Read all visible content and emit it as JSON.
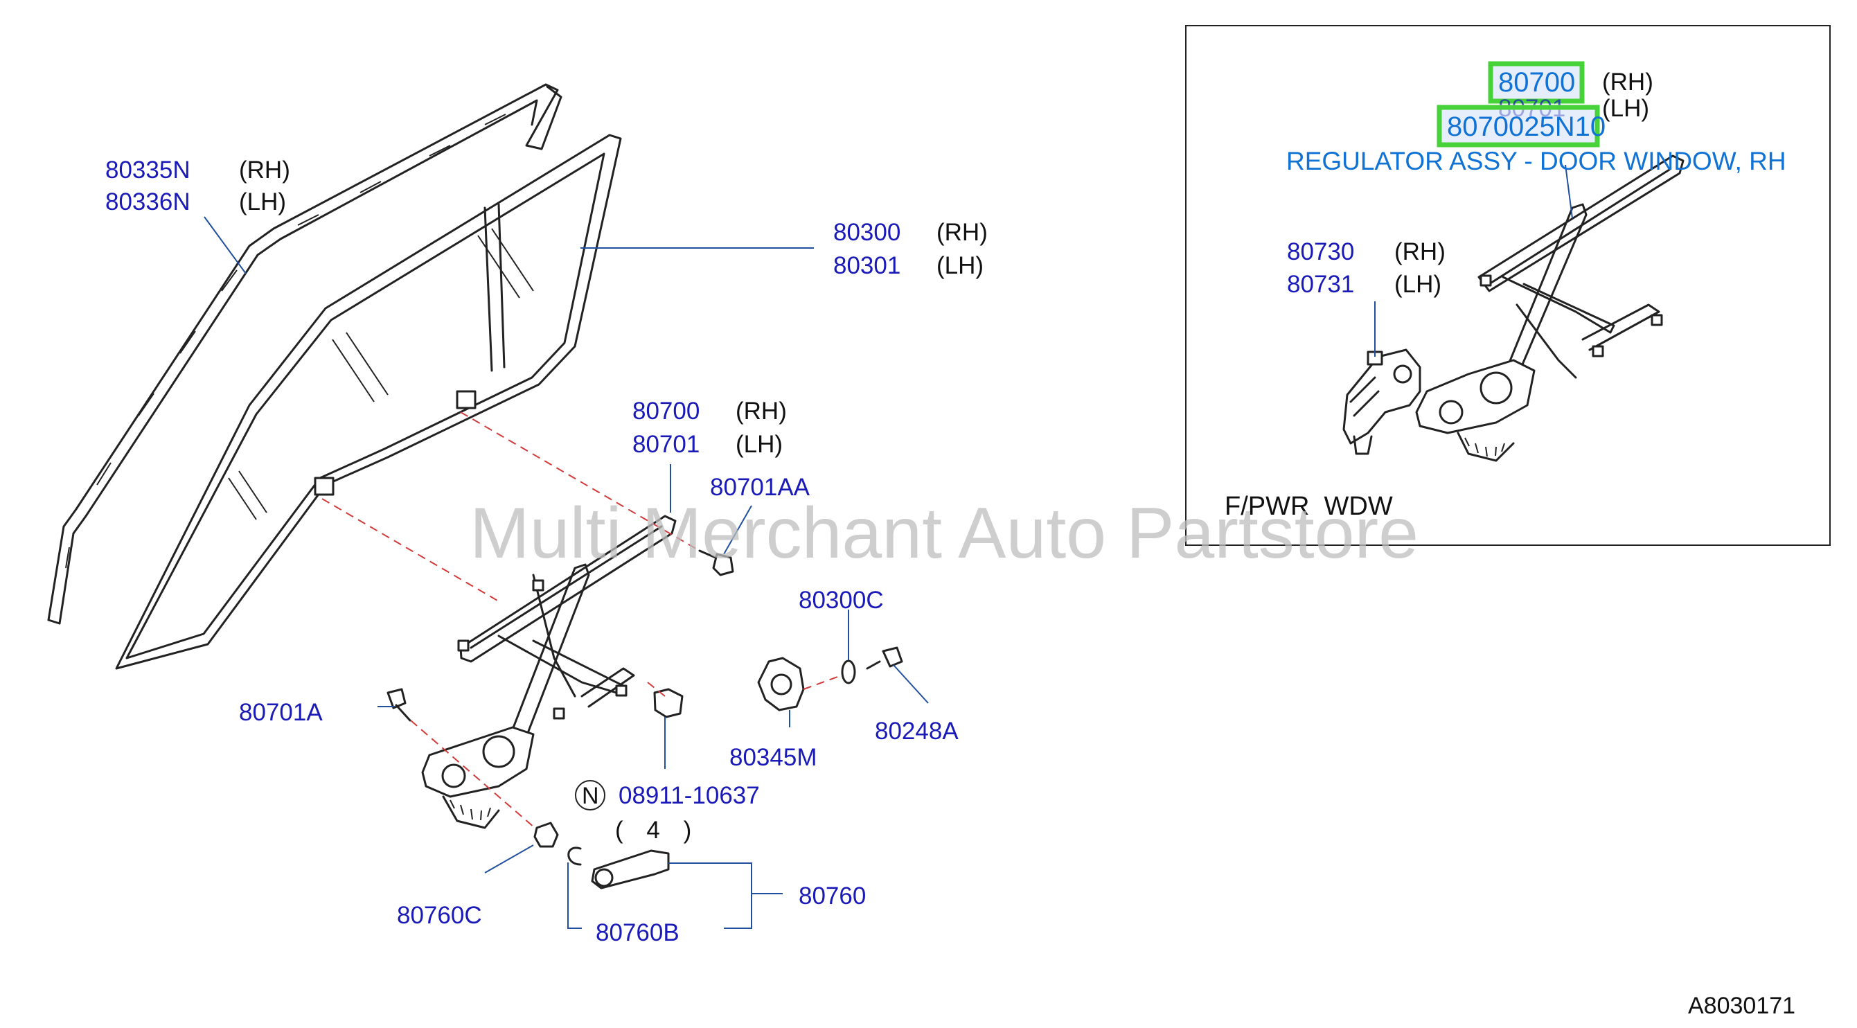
{
  "parts": {
    "seal_rh": "80335N",
    "seal_lh": "80336N",
    "glass_rh": "80300",
    "glass_lh": "80301",
    "reg_rh": "80700",
    "reg_lh": "80701",
    "bolt_aa": "80701AA",
    "clip_c": "80300C",
    "bolt_a": "80701A",
    "grommet_m": "80345M",
    "screw_a": "80248A",
    "nut_no": "08911-10637",
    "qty": "( 4 )",
    "handle": "80760",
    "bushing_c": "80760C",
    "clip_b": "80760B",
    "n_marker": "N"
  },
  "labels": {
    "rh": "(RH)",
    "lh": "(LH)"
  },
  "inset": {
    "reg_rh": "80700",
    "reg_lh": "80701",
    "highlight_part": "8070025N10",
    "description": "REGULATOR ASSY - DOOR WINDOW, RH",
    "motor_rh": "80730",
    "motor_lh": "80731",
    "caption": "F/PWR  WDW"
  },
  "watermark": "Multi Merchant Auto Partstore",
  "diagram_code": "A8030171",
  "colors": {
    "part_number": "#1a1ab8",
    "highlight_text": "#0f72d4",
    "highlight_border": "#48d23a",
    "leader": "#1f4f9e",
    "dashed_guide": "#d23a3a"
  }
}
